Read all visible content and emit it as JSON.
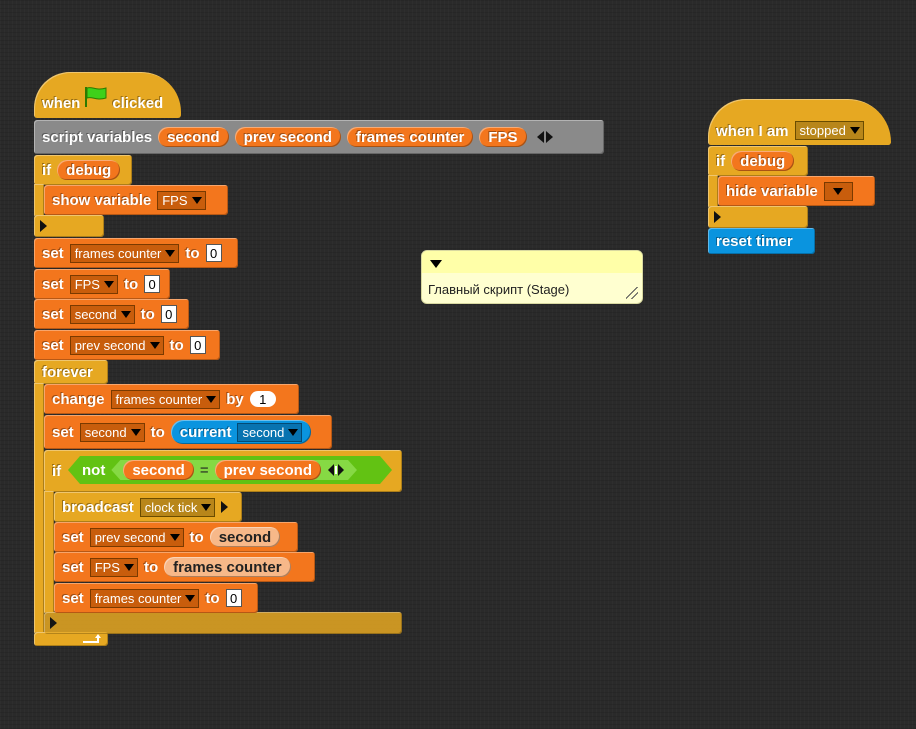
{
  "colors": {
    "control": "#e6a822",
    "variables": "#f3761d",
    "operators": "#62c213",
    "sensing": "#0a94df",
    "other": "#8a8a8a",
    "background": "#2a2a2a"
  },
  "main_script": {
    "hat": {
      "when": "when",
      "flag_icon": "green-flag-icon",
      "clicked": "clicked"
    },
    "script_variables": {
      "label": "script variables",
      "vars": [
        "second",
        "prev second",
        "frames counter",
        "FPS"
      ]
    },
    "if_debug": {
      "if_label": "if",
      "condition": "debug",
      "show_variable": {
        "label": "show variable",
        "option": "FPS"
      }
    },
    "sets": [
      {
        "set": "set",
        "var": "frames counter",
        "to": "to",
        "value": "0"
      },
      {
        "set": "set",
        "var": "FPS",
        "to": "to",
        "value": "0"
      },
      {
        "set": "set",
        "var": "second",
        "to": "to",
        "value": "0"
      },
      {
        "set": "set",
        "var": "prev second",
        "to": "to",
        "value": "0"
      }
    ],
    "forever": {
      "label": "forever",
      "change": {
        "label": "change",
        "var": "frames counter",
        "by": "by",
        "value": "1"
      },
      "set_current": {
        "set": "set",
        "var": "second",
        "to": "to",
        "current": "current",
        "option": "second"
      },
      "if_block": {
        "if_label": "if",
        "not_label": "not",
        "left": "second",
        "op": "=",
        "right": "prev second",
        "broadcast": {
          "label": "broadcast",
          "message": "clock tick"
        },
        "set_prev": {
          "set": "set",
          "var": "prev second",
          "to": "to",
          "value": "second"
        },
        "set_fps": {
          "set": "set",
          "var": "FPS",
          "to": "to",
          "value": "frames counter"
        },
        "set_frames": {
          "set": "set",
          "var": "frames counter",
          "to": "to",
          "value": "0"
        }
      }
    }
  },
  "comment": {
    "text": "Главный скрипт (Stage)"
  },
  "stop_script": {
    "hat": {
      "when_i_am": "when I am",
      "option": "stopped"
    },
    "if_label": "if",
    "condition": "debug",
    "hide_variable": {
      "label": "hide variable",
      "option": ""
    },
    "reset_timer": "reset timer"
  }
}
